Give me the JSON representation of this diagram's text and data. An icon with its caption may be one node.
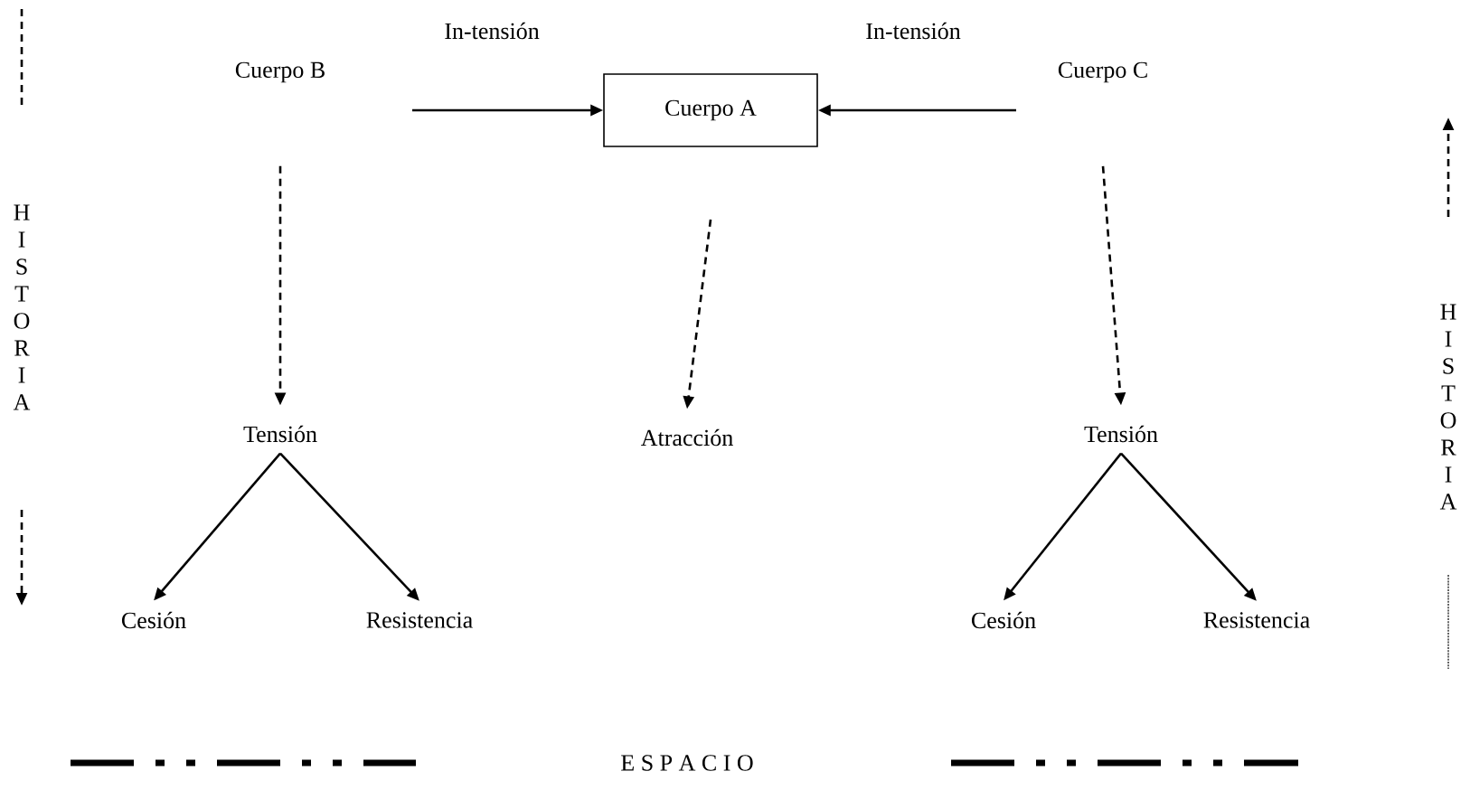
{
  "diagram": {
    "nodes": [
      {
        "text": [
          "Cuerpo B"
        ]
      },
      {
        "text": [
          "Cuerpo A"
        ]
      },
      {
        "text": [
          "Cuerpo C"
        ]
      },
      {
        "text": [
          "Tensión"
        ]
      },
      {
        "text": [
          "Atracción"
        ]
      },
      {
        "text": [
          "Tensión"
        ]
      },
      {
        "text": [
          "Cesión"
        ]
      },
      {
        "text": [
          "Resistencia"
        ]
      },
      {
        "text": [
          "Cesión"
        ]
      },
      {
        "text": [
          "Resistencia"
        ]
      }
    ],
    "edges": [
      {
        "from": 0,
        "to": 1,
        "arrow": "to",
        "label": "In-tensión"
      },
      {
        "from": 2,
        "to": 1,
        "arrow": "to",
        "label": "In-tensión"
      },
      {
        "from": 0,
        "to": 3,
        "arrow": "to",
        "style": "dashed"
      },
      {
        "from": 1,
        "to": 4,
        "arrow": "to",
        "style": "dashed"
      },
      {
        "from": 2,
        "to": 5,
        "arrow": "to",
        "style": "dashed"
      },
      {
        "from": 3,
        "to": 6,
        "arrow": "to"
      },
      {
        "from": 3,
        "to": 7,
        "arrow": "to"
      },
      {
        "from": 5,
        "to": 8,
        "arrow": "to"
      },
      {
        "from": 5,
        "to": 9,
        "arrow": "to"
      }
    ],
    "labels": [
      "H I S T O R I A",
      "H I S T O R I A",
      "E S P A C I O"
    ]
  }
}
